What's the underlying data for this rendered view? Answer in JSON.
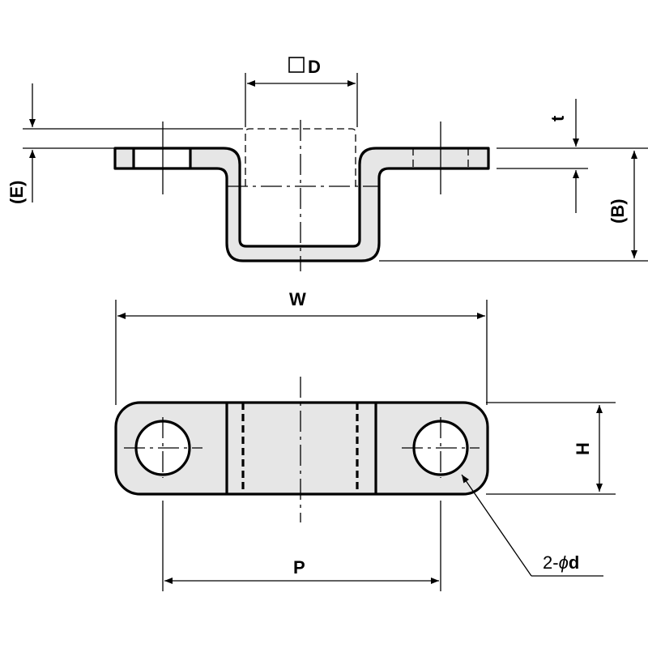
{
  "drawing": {
    "labels": {
      "D": "D",
      "E": "(E)",
      "t": "t",
      "B": "(B)",
      "W": "W",
      "H": "H",
      "P": "P",
      "d_prefix": "2-",
      "d_symbol": "ϕ",
      "d_suffix": "d"
    },
    "colors": {
      "line": "#000000",
      "part_fill": "#e6e6e6",
      "background": "#ffffff"
    },
    "icons": {
      "square_symbol": "square-icon",
      "diameter_symbol": "diameter-icon"
    }
  }
}
